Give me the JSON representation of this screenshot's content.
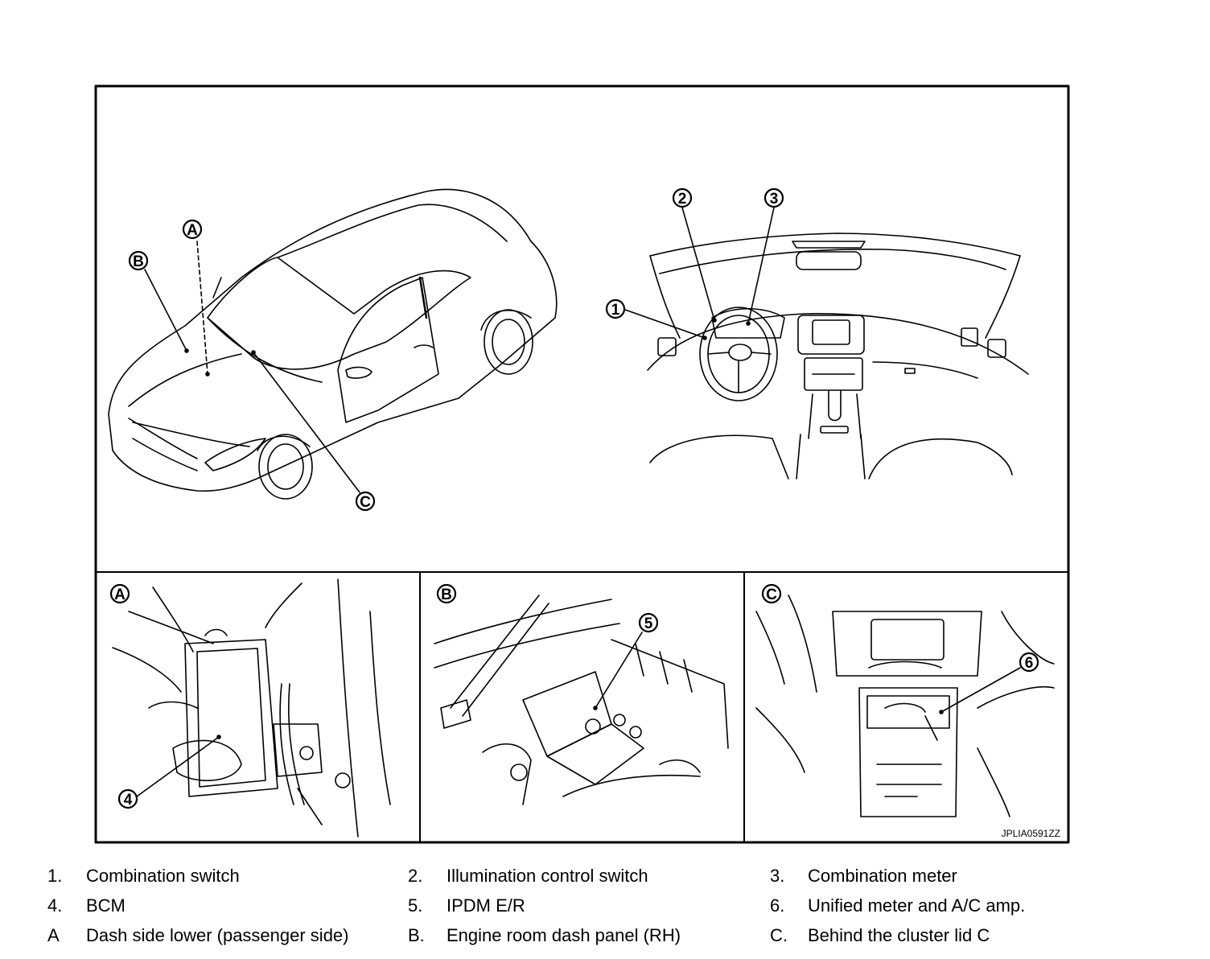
{
  "callouts": {
    "A": "A",
    "B": "B",
    "C": "C",
    "n1": "1",
    "n2": "2",
    "n3": "3",
    "n4": "4",
    "n5": "5",
    "n6": "6"
  },
  "figure_code": "JPLIA0591ZZ",
  "legend": [
    [
      {
        "num": "1.",
        "text": "Combination switch"
      },
      {
        "num": "2.",
        "text": "Illumination control switch"
      },
      {
        "num": "3.",
        "text": "Combination meter"
      }
    ],
    [
      {
        "num": "4.",
        "text": "BCM"
      },
      {
        "num": "5.",
        "text": "IPDM E/R"
      },
      {
        "num": "6.",
        "text": "Unified meter and A/C amp."
      }
    ],
    [
      {
        "num": "A",
        "text": "Dash side lower (passenger side)"
      },
      {
        "num": "B.",
        "text": "Engine room dash panel (RH)"
      },
      {
        "num": "C.",
        "text": "Behind the cluster lid C"
      }
    ]
  ]
}
